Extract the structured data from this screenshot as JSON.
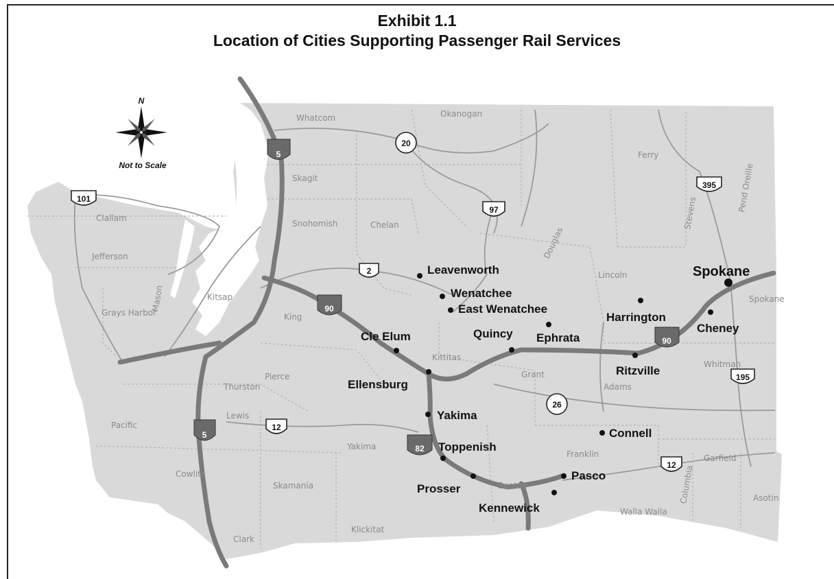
{
  "title": {
    "line1": "Exhibit 1.1",
    "line2": "Location of Cities Supporting Passenger Rail Services"
  },
  "compass": {
    "north": "N",
    "scale_note": "Not to Scale",
    "icon": "compass-rose-icon"
  },
  "colors": {
    "land": "#d9d9d9",
    "highway": "#7a7a7a",
    "road": "#9a9a9a",
    "border": "#b0b0b0",
    "water": "#ffffff"
  },
  "cities": [
    {
      "id": "spokane",
      "name": "Spokane"
    },
    {
      "id": "leavenworth",
      "name": "Leavenworth"
    },
    {
      "id": "wenatchee",
      "name": "Wenatchee"
    },
    {
      "id": "east-wenatchee",
      "name": "East Wenatchee"
    },
    {
      "id": "harrington",
      "name": "Harrington"
    },
    {
      "id": "cheney",
      "name": "Cheney"
    },
    {
      "id": "cle-elum",
      "name": "Cle Elum"
    },
    {
      "id": "quincy",
      "name": "Quincy"
    },
    {
      "id": "ephrata",
      "name": "Ephrata"
    },
    {
      "id": "ritzville",
      "name": "Ritzville"
    },
    {
      "id": "ellensburg",
      "name": "Ellensburg"
    },
    {
      "id": "yakima",
      "name": "Yakima"
    },
    {
      "id": "toppenish",
      "name": "Toppenish"
    },
    {
      "id": "connell",
      "name": "Connell"
    },
    {
      "id": "prosser",
      "name": "Prosser"
    },
    {
      "id": "pasco",
      "name": "Pasco"
    },
    {
      "id": "kennewick",
      "name": "Kennewick"
    }
  ],
  "highways": [
    {
      "id": "i5-north",
      "label": "5"
    },
    {
      "id": "i5-south",
      "label": "5"
    },
    {
      "id": "i90-west",
      "label": "90"
    },
    {
      "id": "i90-east",
      "label": "90"
    },
    {
      "id": "i82",
      "label": "82"
    },
    {
      "id": "us101",
      "label": "101"
    },
    {
      "id": "us2",
      "label": "2"
    },
    {
      "id": "us97",
      "label": "97"
    },
    {
      "id": "us395",
      "label": "395"
    },
    {
      "id": "us195",
      "label": "195"
    },
    {
      "id": "us12-west",
      "label": "12"
    },
    {
      "id": "us12-east",
      "label": "12"
    },
    {
      "id": "sr20",
      "label": "20"
    },
    {
      "id": "sr26",
      "label": "26"
    }
  ],
  "counties": [
    {
      "id": "whatcom",
      "name": "Whatcom"
    },
    {
      "id": "okanogan",
      "name": "Okanogan"
    },
    {
      "id": "ferry",
      "name": "Ferry"
    },
    {
      "id": "stevens",
      "name": "Stevens"
    },
    {
      "id": "pend-oreille",
      "name": "Pend Oreille"
    },
    {
      "id": "skagit",
      "name": "Skagit"
    },
    {
      "id": "snohomish",
      "name": "Snohomish"
    },
    {
      "id": "chelan",
      "name": "Chelan"
    },
    {
      "id": "douglas",
      "name": "Douglas"
    },
    {
      "id": "lincoln",
      "name": "Lincoln"
    },
    {
      "id": "spokane-county",
      "name": "Spokane"
    },
    {
      "id": "clallam",
      "name": "Clallam"
    },
    {
      "id": "jefferson",
      "name": "Jefferson"
    },
    {
      "id": "kitsap",
      "name": "Kitsap"
    },
    {
      "id": "king",
      "name": "King"
    },
    {
      "id": "grays-harbor",
      "name": "Grays Harbor"
    },
    {
      "id": "mason",
      "name": "Mason"
    },
    {
      "id": "kittitas",
      "name": "Kittitas"
    },
    {
      "id": "grant",
      "name": "Grant"
    },
    {
      "id": "adams",
      "name": "Adams"
    },
    {
      "id": "whitman",
      "name": "Whitman"
    },
    {
      "id": "pierce",
      "name": "Pierce"
    },
    {
      "id": "thurston",
      "name": "Thurston"
    },
    {
      "id": "lewis",
      "name": "Lewis"
    },
    {
      "id": "pacific",
      "name": "Pacific"
    },
    {
      "id": "yakima-county",
      "name": "Yakima"
    },
    {
      "id": "franklin",
      "name": "Franklin"
    },
    {
      "id": "garfield",
      "name": "Garfield"
    },
    {
      "id": "benton",
      "name": "Benton"
    },
    {
      "id": "cowlitz",
      "name": "Cowlitz"
    },
    {
      "id": "skamania",
      "name": "Skamania"
    },
    {
      "id": "klickitat",
      "name": "Klickitat"
    },
    {
      "id": "walla-walla",
      "name": "Walla Walla"
    },
    {
      "id": "columbia",
      "name": "Columbia"
    },
    {
      "id": "asotin",
      "name": "Asotin"
    },
    {
      "id": "clark",
      "name": "Clark"
    }
  ]
}
